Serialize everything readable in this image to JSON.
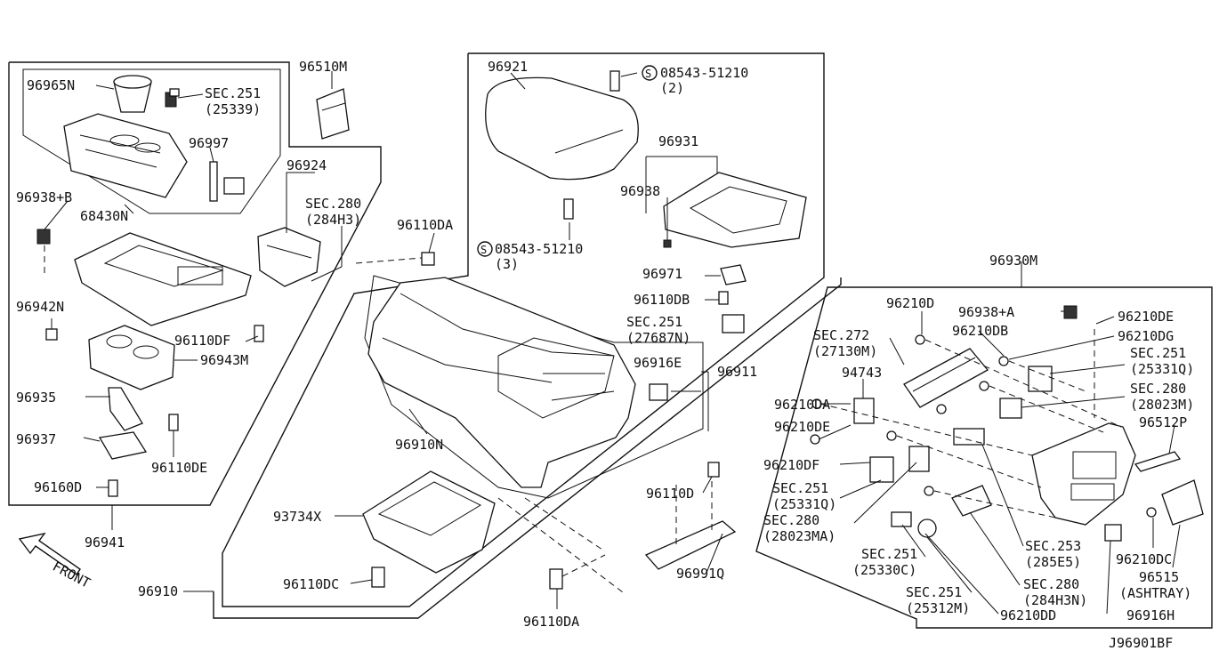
{
  "diagram_code": "J96901BF",
  "front_label": "FRONT",
  "labels": {
    "96965N": "96965N",
    "sec251_a": "SEC.251",
    "sec251_a_sub": "(25339)",
    "96997": "96997",
    "96510M": "96510M",
    "96921": "96921",
    "bolt_top": "08543-51210",
    "bolt_top_qty": "(2)",
    "96931": "96931",
    "96938": "96938",
    "96938B": "96938+B",
    "68430N": "68430N",
    "96924": "96924",
    "sec280_a": "SEC.280",
    "sec280_a_sub": "(284H3)",
    "96110DA_top": "96110DA",
    "bolt_mid": "08543-51210",
    "bolt_mid_qty": "(3)",
    "96971": "96971",
    "96110DB_left": "96110DB",
    "sec251_b": "SEC.251",
    "sec251_b_sub": "(27687N)",
    "96930M": "96930M",
    "96942N": "96942N",
    "96110DF_left": "96110DF",
    "96943M": "96943M",
    "96916E": "96916E",
    "96911": "96911",
    "96935": "96935",
    "96937": "96937",
    "96110DE_left": "96110DE",
    "96910N": "96910N",
    "96160D": "96160D",
    "96941": "96941",
    "93734X": "93734X",
    "96110D": "96110D",
    "96110DC_left": "96110DC",
    "96991Q": "96991Q",
    "96910": "96910",
    "96110DA_bottom": "96110DA",
    "96210D": "96210D",
    "96938A": "96938+A",
    "96210DE_right": "96210DE",
    "sec272": "SEC.272",
    "sec272_sub": "(27130M)",
    "96210DB_right": "96210DB",
    "96210DG": "96210DG",
    "94743": "94743",
    "sec251_c": "SEC.251",
    "sec251_c_sub": "(25331Q)",
    "96210DA_right": "96210DA",
    "sec280_b": "SEC.280",
    "sec280_b_sub": "(28023M)",
    "96210DE_mid": "96210DE",
    "96512P": "96512P",
    "96210DF_right": "96210DF",
    "sec251_d": "SEC.251",
    "sec251_d_sub": "(25331Q)",
    "sec280_c": "SEC.280",
    "sec280_c_sub": "(28023MA)",
    "sec251_e": "SEC.251",
    "sec251_e_sub": "(25330C)",
    "sec253": "SEC.253",
    "sec253_sub": "(285E5)",
    "96210DC_right": "96210DC",
    "96515": "96515",
    "96515_sub": "(ASHTRAY)",
    "sec280_d": "SEC.280",
    "sec280_d_sub": "(284H3N)",
    "sec251_f": "SEC.251",
    "sec251_f_sub": "(25312M)",
    "96210DD": "96210DD",
    "96916H": "96916H"
  }
}
